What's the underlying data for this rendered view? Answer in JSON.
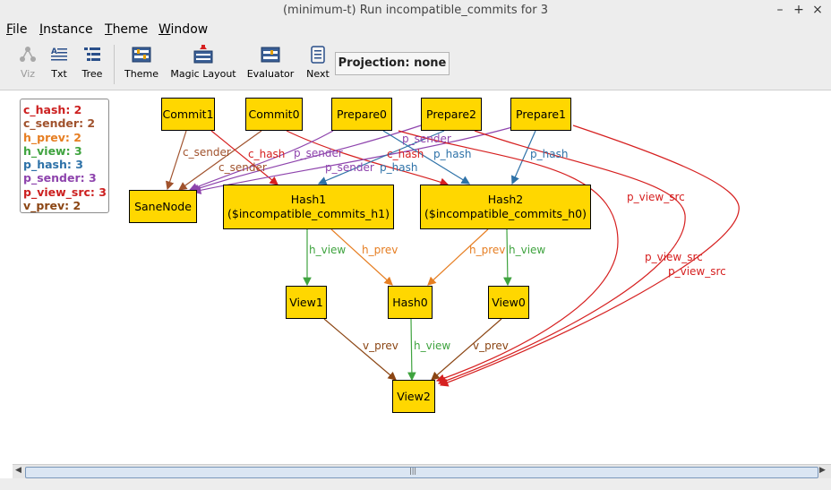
{
  "window": {
    "title": "(minimum-t) Run incompatible_commits for 3",
    "minimize": "–",
    "maximize": "+",
    "close": "×"
  },
  "menu": [
    {
      "label": "File"
    },
    {
      "label": "Instance"
    },
    {
      "label": "Theme"
    },
    {
      "label": "Window"
    }
  ],
  "toolbar": {
    "viz": "Viz",
    "txt": "Txt",
    "tree": "Tree",
    "theme": "Theme",
    "magic_layout": "Magic Layout",
    "evaluator": "Evaluator",
    "next": "Next",
    "projection": "Projection: none"
  },
  "legend": [
    {
      "text": "c_hash: 2",
      "color": "#cc1f1f"
    },
    {
      "text": "c_sender: 2",
      "color": "#a0522d"
    },
    {
      "text": "h_prev: 2",
      "color": "#e67e22"
    },
    {
      "text": "h_view: 3",
      "color": "#3fa33f"
    },
    {
      "text": "p_hash: 3",
      "color": "#2e72a8"
    },
    {
      "text": "p_sender: 3",
      "color": "#8e44ad"
    },
    {
      "text": "p_view_src: 3",
      "color": "#cc1f1f"
    },
    {
      "text": "v_prev: 2",
      "color": "#8b4513"
    }
  ],
  "colors": {
    "node_fill": "#ffd700",
    "c_hash": "#d62020",
    "c_sender": "#a0522d",
    "h_prev": "#e67e22",
    "h_view": "#3fa33f",
    "p_hash": "#2e72a8",
    "p_sender": "#8e44ad",
    "p_view_src": "#d62020",
    "v_prev": "#8b4513"
  },
  "nodes": {
    "commit1": "Commit1",
    "commit0": "Commit0",
    "prepare0": "Prepare0",
    "prepare2": "Prepare2",
    "prepare1": "Prepare1",
    "sanenode": "SaneNode",
    "hash1": "Hash1\n($incompatible_commits_h1)",
    "hash2": "Hash2\n($incompatible_commits_h0)",
    "view1": "View1",
    "hash0": "Hash0",
    "view0": "View0",
    "view2": "View2"
  },
  "edge_labels": {
    "c_sender_1": "c_sender",
    "c_sender_2": "c_sender",
    "c_hash_1": "c_hash",
    "c_hash_2": "c_hash",
    "p_sender_1": "p_sender",
    "p_sender_2": "p_sender",
    "p_sender_3": "p_sender",
    "p_hash_1": "p_hash",
    "p_hash_2": "p_hash",
    "p_hash_3": "p_hash",
    "p_view_src_1": "p_view_src",
    "p_view_src_2": "p_view_src",
    "p_view_src_3": "p_view_src",
    "h_view_1": "h_view",
    "h_view_2": "h_view",
    "h_view_3": "h_view",
    "h_prev_1": "h_prev",
    "h_prev_2": "h_prev",
    "v_prev_1": "v_prev",
    "v_prev_2": "v_prev"
  }
}
